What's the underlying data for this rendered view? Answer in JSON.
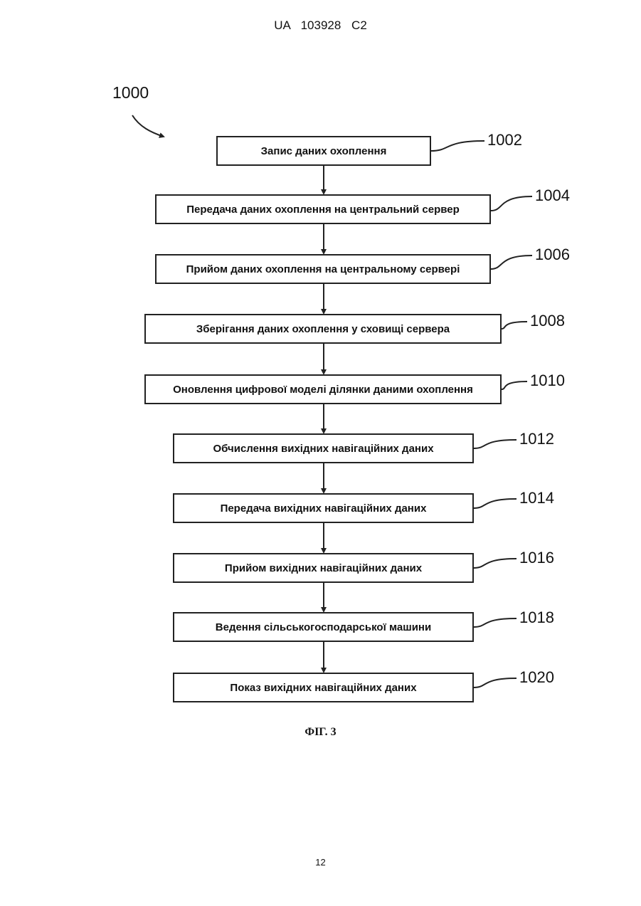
{
  "header": {
    "patent_number": "UA   103928   C2"
  },
  "figure": {
    "reference": "1000",
    "caption": "ФІГ. 3",
    "steps": [
      {
        "number": "1002",
        "text": "Запис даних охоплення"
      },
      {
        "number": "1004",
        "text": "Передача даних охоплення на центральний сервер"
      },
      {
        "number": "1006",
        "text": "Прийом даних охоплення на центральному сервері"
      },
      {
        "number": "1008",
        "text": "Зберігання даних охоплення у сховищі сервера"
      },
      {
        "number": "1010",
        "text": "Оновлення цифрової моделі ділянки даними охоплення"
      },
      {
        "number": "1012",
        "text": "Обчислення вихідних навігаційних даних"
      },
      {
        "number": "1014",
        "text": "Передача вихідних навігаційних даних"
      },
      {
        "number": "1016",
        "text": "Прийом вихідних навігаційних даних"
      },
      {
        "number": "1018",
        "text": "Ведення сільськогосподарської машини"
      },
      {
        "number": "1020",
        "text": "Показ вихідних навігаційних даних"
      }
    ]
  },
  "footer": {
    "page_number": "12"
  }
}
